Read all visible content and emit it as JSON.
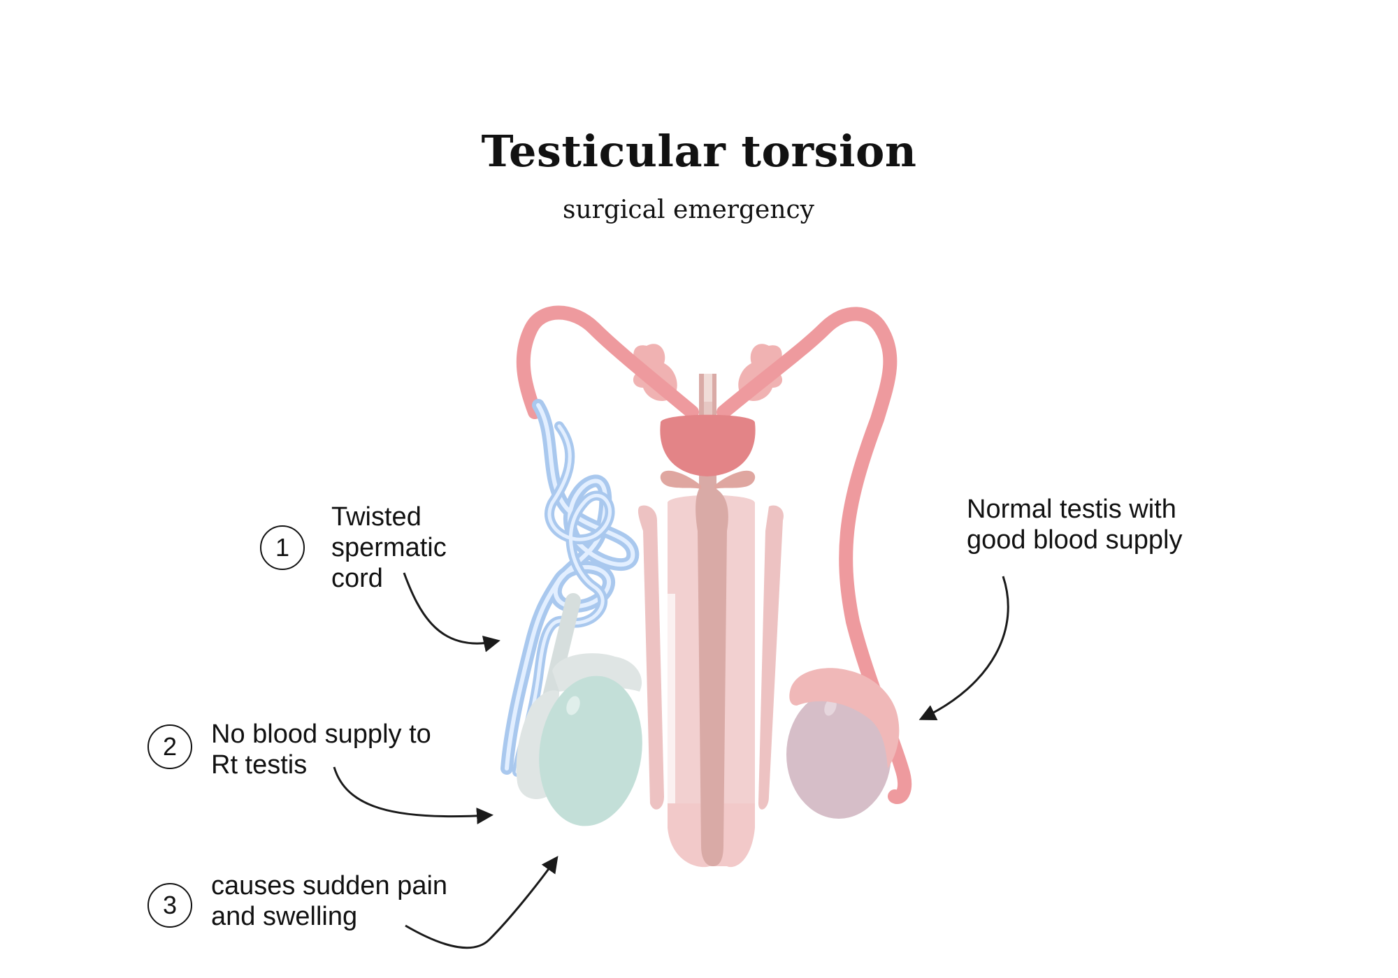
{
  "title": "Testicular torsion",
  "subtitle": "surgical emergency",
  "callouts": [
    {
      "number": "1",
      "lines": [
        "Twisted",
        "spermatic",
        "cord"
      ]
    },
    {
      "number": "2",
      "lines": [
        "No blood supply to",
        "Rt testis"
      ]
    },
    {
      "number": "3",
      "lines": [
        "causes sudden pain",
        "and swelling"
      ]
    }
  ],
  "normal_label": [
    "Normal testis with",
    "good blood supply"
  ],
  "colors": {
    "vas_deferens": "#ee9a9e",
    "twisted_cord": "#a9c8ee",
    "prostate": "#e38487",
    "penis": "#f2d0d0",
    "urethra": "#d9aaa6",
    "torsed_testis": "#c3dfd8",
    "normal_testis": "#d6bec8"
  },
  "icons": [
    "arrow-icon"
  ]
}
